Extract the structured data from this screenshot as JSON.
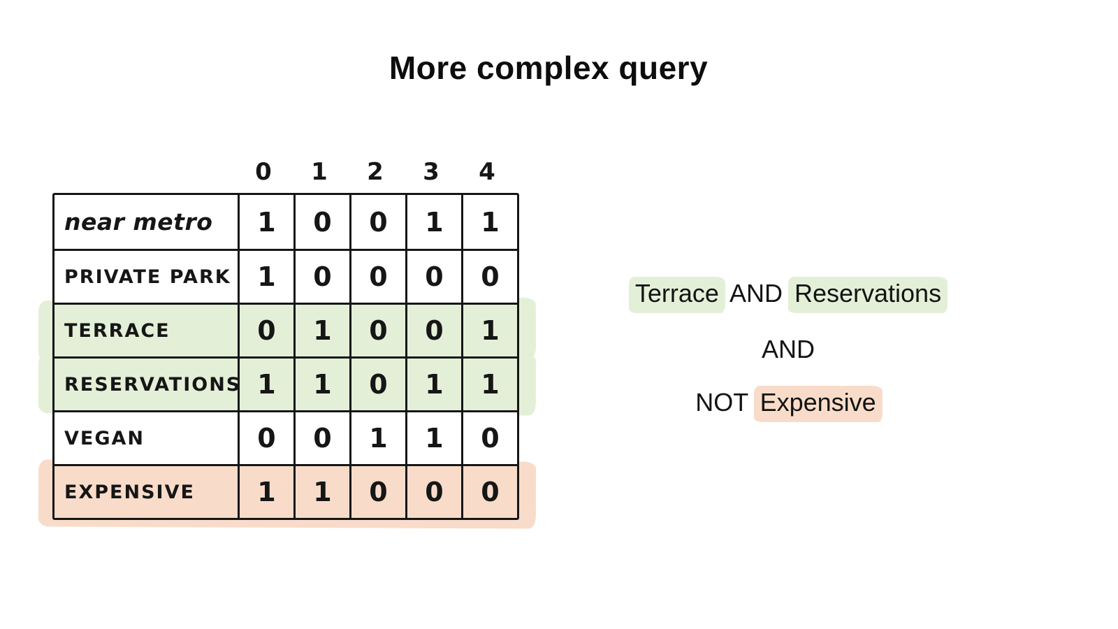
{
  "title": "More complex query",
  "table": {
    "column_headers": [
      "0",
      "1",
      "2",
      "3",
      "4"
    ],
    "rows": [
      {
        "label": "near metro",
        "values": [
          "1",
          "0",
          "0",
          "1",
          "1"
        ],
        "highlight": "none"
      },
      {
        "label": "PRIVATE PARK",
        "values": [
          "1",
          "0",
          "0",
          "0",
          "0"
        ],
        "highlight": "none"
      },
      {
        "label": "TERRACE",
        "values": [
          "0",
          "1",
          "0",
          "0",
          "1"
        ],
        "highlight": "green"
      },
      {
        "label": "RESERVATIONS",
        "values": [
          "1",
          "1",
          "0",
          "1",
          "1"
        ],
        "highlight": "green"
      },
      {
        "label": "VEGAN",
        "values": [
          "0",
          "0",
          "1",
          "1",
          "0"
        ],
        "highlight": "none"
      },
      {
        "label": "EXPENSIVE",
        "values": [
          "1",
          "1",
          "0",
          "0",
          "0"
        ],
        "highlight": "red"
      }
    ]
  },
  "query": {
    "lines": [
      [
        {
          "text": "Terrace",
          "highlight": "green"
        },
        {
          "text": " AND ",
          "highlight": "none"
        },
        {
          "text": "Reservations",
          "highlight": "green"
        }
      ],
      [
        {
          "text": "AND",
          "highlight": "none"
        }
      ],
      [
        {
          "text": "NOT ",
          "highlight": "none"
        },
        {
          "text": "Expensive",
          "highlight": "red"
        }
      ]
    ]
  },
  "colors": {
    "ink": "#161616",
    "highlight_green": "#e4efd8",
    "highlight_red": "#f8dcc9"
  }
}
